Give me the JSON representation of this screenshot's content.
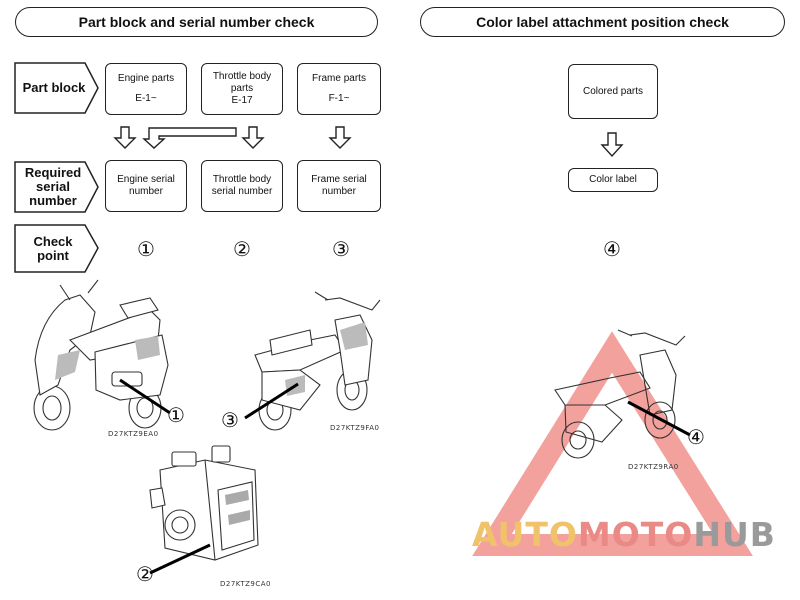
{
  "headers": {
    "left": "Part block and serial number check",
    "right": "Color label attachment position check"
  },
  "row_labels": {
    "part_block": "Part block",
    "required_serial": "Required serial number",
    "check_point": "Check point"
  },
  "part_blocks": [
    {
      "name": "Engine parts",
      "code": "E-1~"
    },
    {
      "name": "Throttle body parts",
      "code": "E-17"
    },
    {
      "name": "Frame parts",
      "code": "F-1~"
    }
  ],
  "serial_numbers": [
    "Engine serial number",
    "Throttle body serial number",
    "Frame serial number"
  ],
  "check_points": [
    "①",
    "②",
    "③",
    "④"
  ],
  "color": {
    "colored_parts": "Colored parts",
    "color_label": "Color label"
  },
  "illustrations": {
    "scooter_left": {
      "marker": "①",
      "caption": "D27KTZ9EA0"
    },
    "scooter_right": {
      "marker": "③",
      "caption": "D27KTZ9FA0"
    },
    "throttle_body": {
      "marker": "②",
      "caption": "D27KTZ9CA0"
    },
    "scooter_label": {
      "marker": "④",
      "caption": "D27KTZ9RA0"
    }
  },
  "watermark": {
    "part1": "AUTO",
    "part2": "MOTO",
    "part3": "HUB",
    "colors": {
      "auto": "#f0c36a",
      "moto": "#e98a86",
      "hub": "#9a9a9a",
      "triangle": "#e8544c"
    }
  }
}
